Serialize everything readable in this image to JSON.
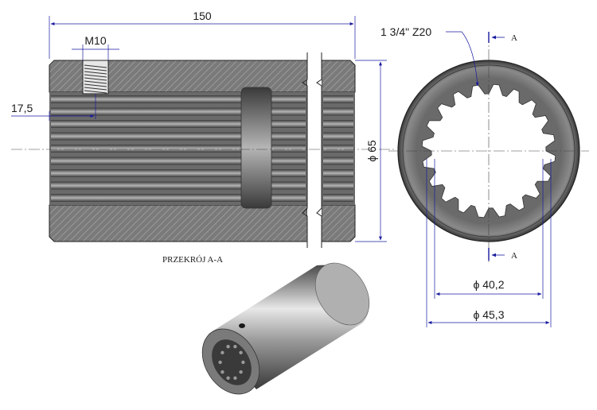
{
  "dimensions": {
    "overall_length": "150",
    "thread": "M10",
    "thread_offset": "17,5",
    "outer_diameter": "ϕ 65",
    "spline": "1 3/4\" Z20",
    "inner_diameter_1": "ϕ  40,2",
    "inner_diameter_2": "ϕ  45,3"
  },
  "section": {
    "caption": "PRZEKRÓJ A-A",
    "marker_top": "A",
    "marker_bottom": "A"
  },
  "colors": {
    "steel_dark": "#5a5a5a",
    "steel_mid": "#8a8a8a",
    "steel_light": "#c8c8c8",
    "dimension_line": "#1a1aa0"
  }
}
